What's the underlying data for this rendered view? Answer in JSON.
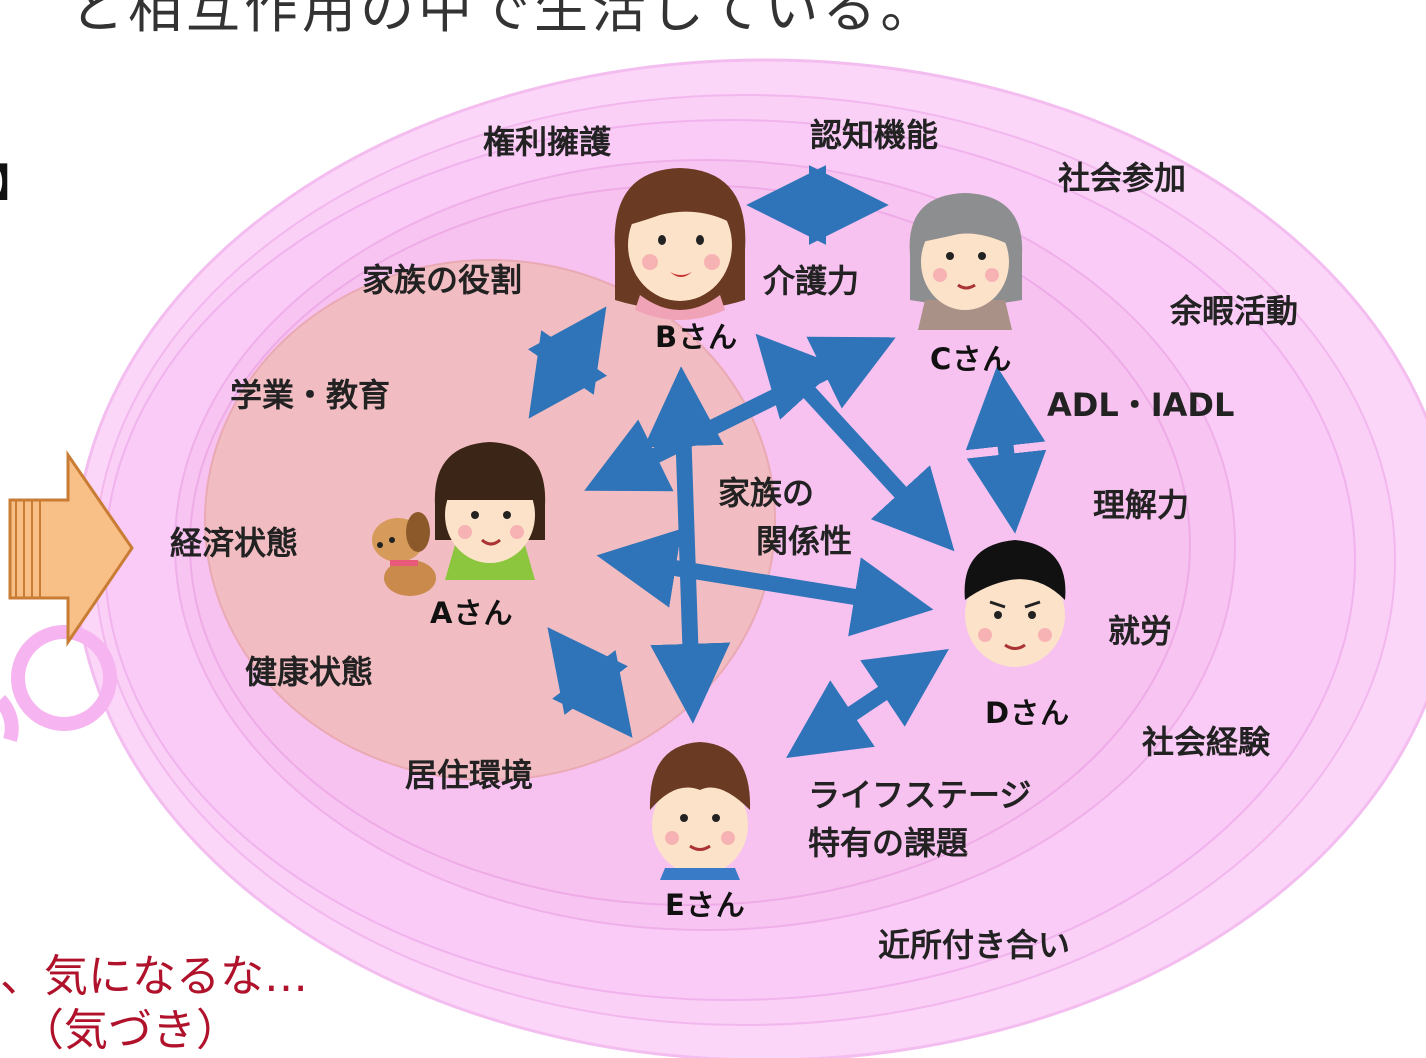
{
  "header": {
    "partial_text": "と相互作用の中で生活している。",
    "bracket": "】"
  },
  "people": {
    "a": "Aさん",
    "b": "Bさん",
    "c": "Cさん",
    "d": "Dさん",
    "e": "Eさん"
  },
  "factors": {
    "kenri": "権利擁護",
    "ninchi": "認知機能",
    "shakai_sanka": "社会参加",
    "kazoku_yakuwari": "家族の役割",
    "kaigo": "介護力",
    "yoka": "余暇活動",
    "gakugyo": "学業・教育",
    "adl": "ADL・IADL",
    "kazoku_kankei_1": "家族の",
    "kazoku_kankei_2": "関係性",
    "rikai": "理解力",
    "keizai": "経済状態",
    "shuro": "就労",
    "kenko": "健康状態",
    "shakai_keiken": "社会経験",
    "kyoju": "居住環境",
    "life_1": "ライフステージ",
    "life_2": "特有の課題",
    "kinjo": "近所付き合い"
  },
  "note": {
    "line1": "、気になるな…",
    "line2": "（気づき）"
  },
  "colors": {
    "outer": "#fbd3f8",
    "middle": "#f8c4f3",
    "inner": "#f3bfc0",
    "arrow": "#2f74b8",
    "block_arrow": "#f6b97e"
  }
}
